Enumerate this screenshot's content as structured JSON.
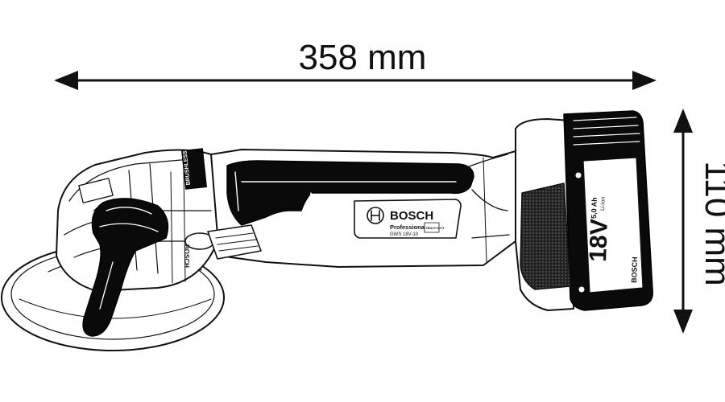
{
  "dimensions": {
    "length": "358 mm",
    "height": "110 mm"
  },
  "tool": {
    "brand": "BOSCH",
    "line": "Professional",
    "model": "GWS 18V-10",
    "heavy_duty_badge": "HEAVY DUTY",
    "motor_label": "BRUSHLESS",
    "switch_label": "BOSCH"
  },
  "battery": {
    "voltage": "18V",
    "capacity": "5,0 Ah",
    "chemistry": "Li-ion",
    "brand": "BOSCH"
  },
  "colors": {
    "ink": "#111111",
    "body": "#ffffff",
    "grip": "#0a0a0a"
  }
}
